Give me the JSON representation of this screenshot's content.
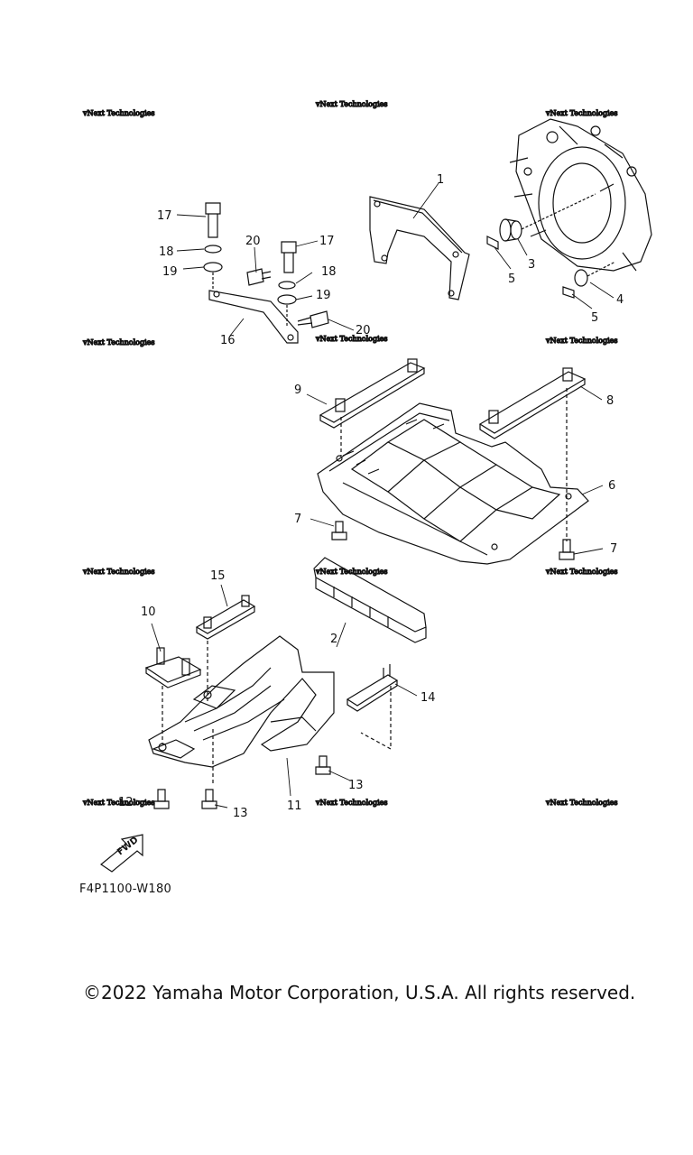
{
  "watermark": "vNext Technologies",
  "callouts": {
    "n1": "1",
    "n2": "2",
    "n3": "3",
    "n4": "4",
    "n5a": "5",
    "n5b": "5",
    "n6": "6",
    "n7a": "7",
    "n7b": "7",
    "n8": "8",
    "n9": "9",
    "n10": "10",
    "n11": "11",
    "n12": "12",
    "n13a": "13",
    "n13b": "13",
    "n14": "14",
    "n15": "15",
    "n16": "16",
    "n17a": "17",
    "n17b": "17",
    "n18a": "18",
    "n18b": "18",
    "n19a": "19",
    "n19b": "19",
    "n20a": "20",
    "n20b": "20"
  },
  "fwd_label": "FWD",
  "diagram_code": "F4P1100-W180",
  "copyright": "©2022 Yamaha Motor Corporation, U.S.A. All rights reserved."
}
